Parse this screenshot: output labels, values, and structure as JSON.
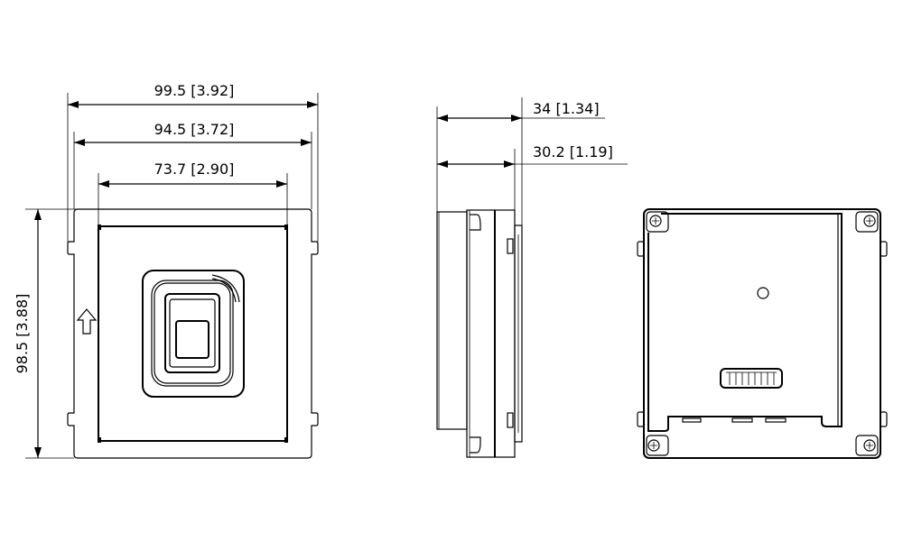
{
  "drawing": {
    "front_view": {
      "width_overall": "99.5 [3.92]",
      "width_frame": "94.5 [3.72]",
      "width_plate": "73.7 [2.90]",
      "height": "98.5 [3.88]",
      "orientation_icon": "arrow-up-icon"
    },
    "side_view": {
      "depth_overall": "34 [1.34]",
      "depth_body": "30.2 [1.19]"
    },
    "rear_view": {
      "icons": [
        "screw-icon",
        "connector-icon",
        "indicator-hole-icon"
      ]
    },
    "line_color": "#000000"
  }
}
